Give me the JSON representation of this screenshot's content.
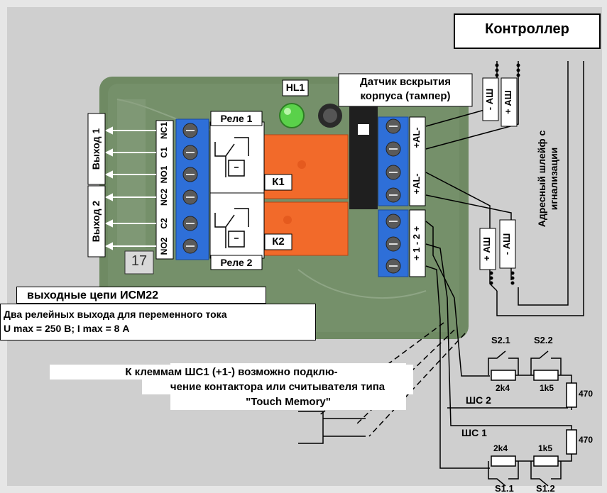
{
  "controller": {
    "label": "Контроллер"
  },
  "led": {
    "label": "HL1"
  },
  "tamper": {
    "line1": "Датчик вскрытия",
    "line2": "корпуса (тампер)"
  },
  "relays": {
    "relay1": {
      "name": "Реле 1",
      "ref": "К1"
    },
    "relay2": {
      "name": "Реле 2",
      "ref": "К2"
    }
  },
  "left_terminals": [
    "NC1",
    "C1",
    "NO1",
    "NC2",
    "C2",
    "NO2"
  ],
  "outputs": {
    "output1": "Выход 1",
    "output2": "Выход 2"
  },
  "right_terminals": {
    "top": [
      "+AL-",
      "+AL-"
    ],
    "shs": "+ 1 - 2 +"
  },
  "bus_labels": {
    "top_left": "- АШ",
    "top_right": "+ АШ",
    "bottom_left": "+ АШ",
    "bottom_right": "- АШ"
  },
  "loop_caption": {
    "line1": "Адресный шлейф с",
    "line2": "игнализации"
  },
  "board_number": "17",
  "output_circuits": {
    "title": "выходные цепи ИСМ22",
    "line1": "Два релейных выхода для переменного тока",
    "line2": "U max  = 250 В;  I max  = 8 А"
  },
  "note": {
    "line1": "К клеммам ШС1 (+1-) возможно подклю-",
    "line2": "чение контактора или считывателя типа",
    "line3": "\"Touch Memory\""
  },
  "loops": {
    "shs2": {
      "label": "ШС 2",
      "switches": [
        "S2.1",
        "S2.2"
      ],
      "resistors": [
        "2k4",
        "1k5",
        "470"
      ]
    },
    "shs1": {
      "label": "ШС 1",
      "switches": [
        "S1.1",
        "S1.2"
      ],
      "resistors": [
        "2k4",
        "1k5",
        "470"
      ]
    }
  },
  "colors": {
    "terminal_blue": "#2e6fd8",
    "relay_orange": "#f26a2a",
    "pcb_green": "#6f8a63",
    "led_green": "#5ad14a"
  }
}
